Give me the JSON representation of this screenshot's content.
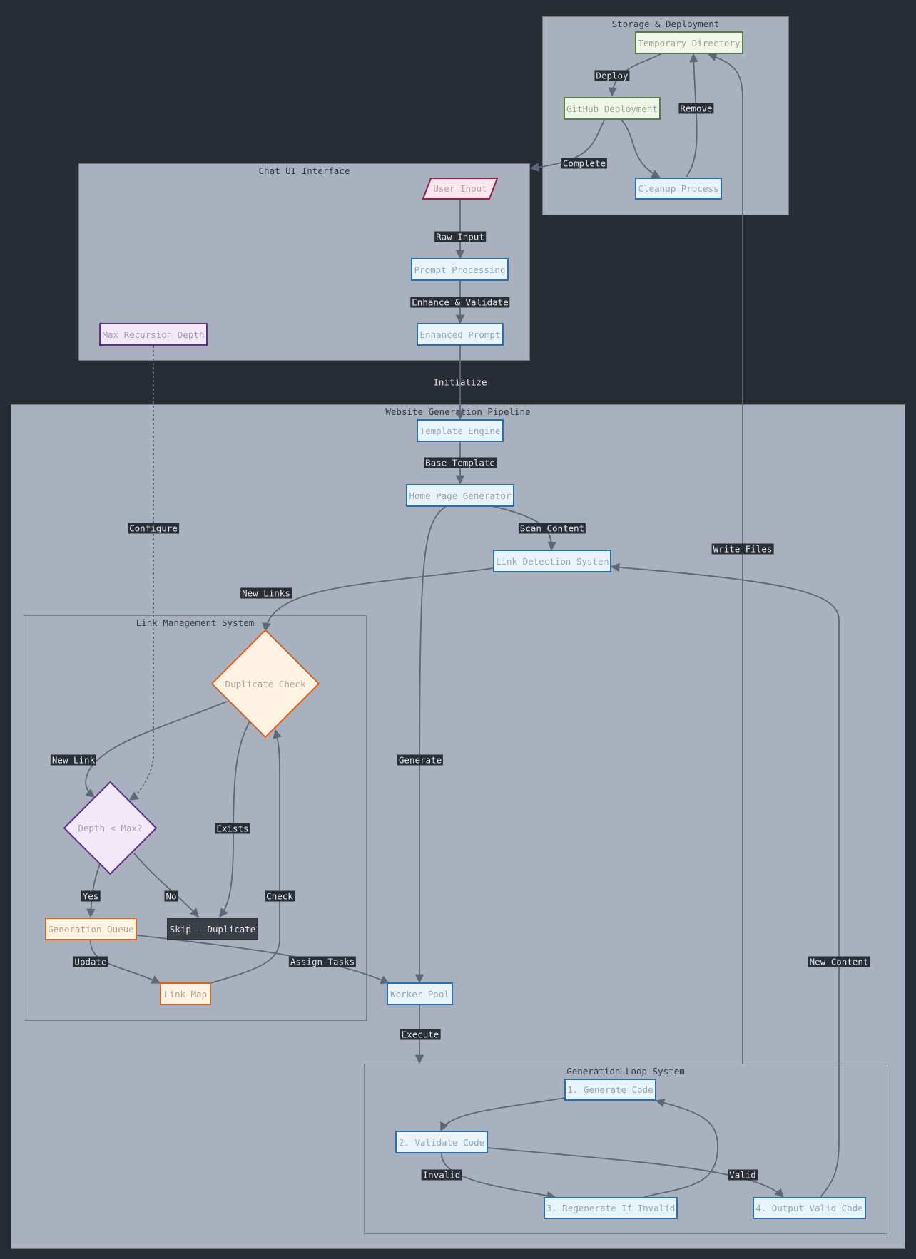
{
  "clusters": {
    "storage": "Storage & Deployment",
    "chat": "Chat UI Interface",
    "pipeline": "Website Generation Pipeline",
    "link_mgmt": "Link Management System",
    "gen_loop": "Generation Loop System"
  },
  "nodes": {
    "temp_dir": "Temporary Directory",
    "github": "GitHub Deployment",
    "cleanup": "Cleanup Process",
    "user_input": "User Input",
    "prompt_processing": "Prompt Processing",
    "enhanced_prompt": "Enhanced Prompt",
    "max_depth": "Max Recursion Depth",
    "template_engine": "Template Engine",
    "home_page": "Home Page Generator",
    "link_detection": "Link Detection System",
    "duplicate_check": "Duplicate Check",
    "depth_check": "Depth < Max?",
    "gen_queue": "Generation Queue",
    "skip_duplicate": "Skip – Duplicate",
    "link_map": "Link Map",
    "worker_pool": "Worker Pool",
    "generate_code": "1. Generate Code",
    "validate_code": "2. Validate Code",
    "regenerate": "3. Regenerate If Invalid",
    "output_valid": "4. Output Valid Code"
  },
  "edges": {
    "deploy": "Deploy",
    "remove": "Remove",
    "complete": "Complete",
    "raw_input": "Raw Input",
    "enhance_validate": "Enhance & Validate",
    "initialize": "Initialize",
    "base_template": "Base Template",
    "scan_content": "Scan Content",
    "configure": "Configure",
    "write_files": "Write Files",
    "new_links": "New Links",
    "new_link": "New Link",
    "exists": "Exists",
    "generate": "Generate",
    "yes": "Yes",
    "no": "No",
    "check": "Check",
    "update": "Update",
    "assign_tasks": "Assign Tasks",
    "new_content": "New Content",
    "execute": "Execute",
    "invalid": "Invalid",
    "valid": "Valid"
  },
  "colors": {
    "background": "#282c35",
    "cluster_fill": "#a9b1bf",
    "edge": "#5f6776",
    "process_border": "#2a6fad",
    "storage_border": "#5a7c46",
    "input_border": "#8f2245",
    "config_border": "#5b2f8f",
    "link_border": "#d8641f"
  }
}
